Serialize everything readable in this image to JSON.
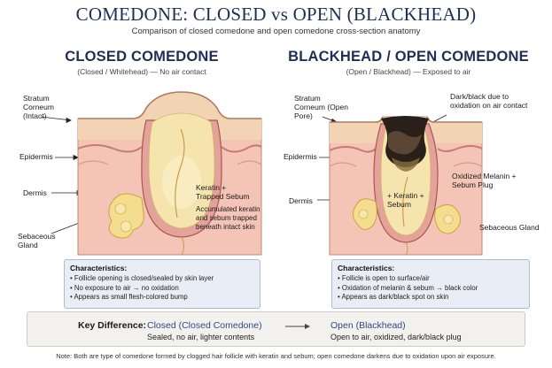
{
  "header": {
    "title": "COMEDONE: CLOSED vs OPEN (BLACKHEAD)",
    "subtitle": "Comparison of closed comedone and open comedone cross-section anatomy"
  },
  "left_panel": {
    "title": "CLOSED COMEDONE",
    "subtitle": "(Closed / Whitehead) — No air contact",
    "labels": {
      "stratum": "Stratum Corneum (Intact)",
      "epidermis": "Epidermis",
      "dermis": "Dermis",
      "sebaceous": "Sebaceous Gland",
      "keratin": "Keratin + Trapped Sebum",
      "accumulated": "Accumulated keratin and sebum trapped beneath intact skin"
    },
    "characteristics": {
      "title": "Characteristics:",
      "items": [
        "• Follicle opening is closed/sealed by skin layer",
        "• No exposure to air → no oxidation",
        "• Appears as small flesh-colored bump"
      ]
    }
  },
  "right_panel": {
    "title": "BLACKHEAD / OPEN COMEDONE",
    "subtitle": "(Open / Blackhead) — Exposed to air",
    "labels": {
      "stratum": "Stratum Corneum (Open Pore)",
      "epidermis": "Epidermis",
      "dermis": "Dermis",
      "sebaceous": "Sebaceous Gland",
      "dark": "Dark/black due to oxidation on air contact",
      "oxidized": "Oxidized Melanin + Sebum Plug",
      "keratin": "+ Keratin + Sebum"
    },
    "characteristics": {
      "title": "Characteristics:",
      "items": [
        "• Follicle is open to surface/air",
        "• Oxidation of melanin & sebum → black color",
        "• Appears as dark/black spot on skin"
      ]
    }
  },
  "key_difference": {
    "label": "Key Difference:",
    "closed_title": "Closed (Closed Comedone)",
    "closed_desc": "Sealed, no air, lighter contents",
    "open_title": "Open (Blackhead)",
    "open_desc": "Open to air, oxidized, dark/black plug"
  },
  "footnote": "Note: Both are type of comedone formed by clogged hair follicle with keratin and sebum; open comedone darkens due to oxidation upon air exposure.",
  "colors": {
    "title": "#1d2e57",
    "skin_top": "#f3d3b5",
    "dermis": "#f4c2b6",
    "sac": "#f6e5b0",
    "plug": "#2a201a",
    "char_box": "#e8edf6"
  }
}
